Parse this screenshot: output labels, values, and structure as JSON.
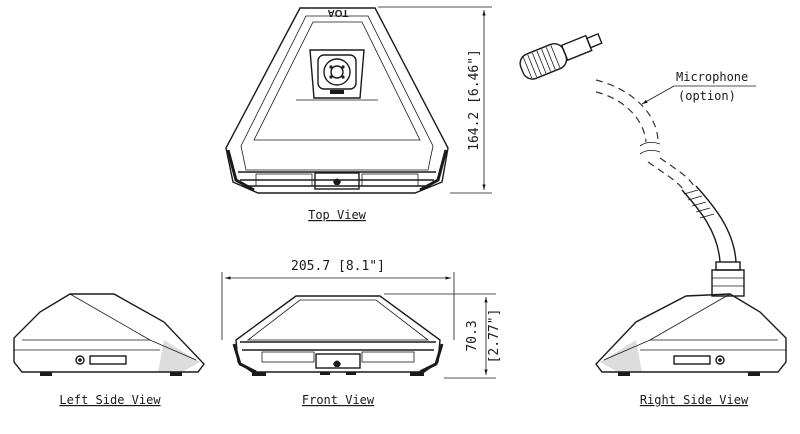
{
  "brand": "TOA",
  "views": {
    "top": "Top View",
    "front": "Front View",
    "left": "Left Side View",
    "right": "Right Side View"
  },
  "dimensions": {
    "width": "205.7 [8.1\"]",
    "height_mm": "70.3",
    "height_in": "[2.77\"]",
    "depth": "164.2 [6.46\"]"
  },
  "callout": {
    "name": "Microphone",
    "note": "(option)"
  }
}
